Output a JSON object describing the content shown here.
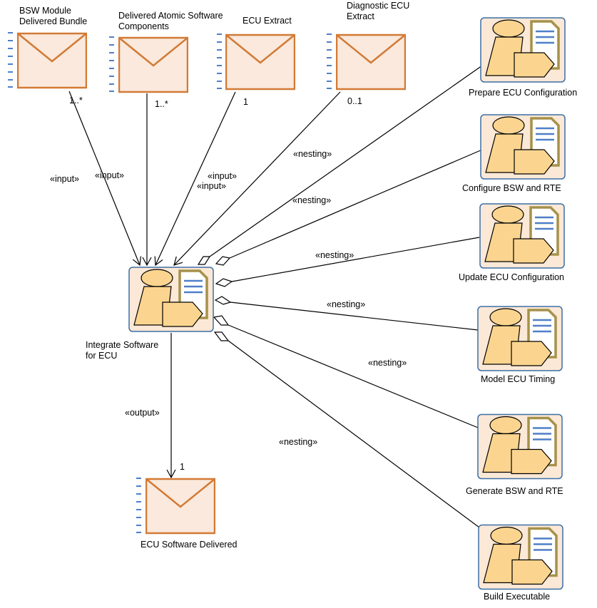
{
  "artifacts": {
    "bsw_module": {
      "label": "BSW Module\nDelivered Bundle",
      "multiplicity": "1..*",
      "stereotype": "«input»"
    },
    "atomic_swc": {
      "label": "Delivered Atomic Software\nComponents",
      "multiplicity": "1..*",
      "stereotype": "«input»"
    },
    "ecu_extract": {
      "label": "ECU Extract",
      "multiplicity": "1",
      "stereotype": "«input»"
    },
    "diag_extract": {
      "label": "Diagnostic ECU\nExtract",
      "multiplicity": "0..1",
      "stereotype": "«input»"
    },
    "ecu_sw_delivered": {
      "label": "ECU Software Delivered",
      "multiplicity": "1",
      "stereotype": "«output»"
    }
  },
  "main_task": {
    "label": "Integrate Software\nfor ECU"
  },
  "subtasks": [
    {
      "label": "Prepare ECU Configuration",
      "stereotype": "«nesting»"
    },
    {
      "label": "Configure BSW and RTE",
      "stereotype": "«nesting»"
    },
    {
      "label": "Update ECU Configuration",
      "stereotype": "«nesting»"
    },
    {
      "label": "Model ECU Timing",
      "stereotype": "«nesting»"
    },
    {
      "label": "Generate BSW and RTE",
      "stereotype": "«nesting»"
    },
    {
      "label": "Build Executable",
      "stereotype": "«nesting»"
    }
  ],
  "colors": {
    "artifact_fill": "#fae9dc",
    "artifact_stroke": "#d27a36",
    "task_fill": "#fbe8d6",
    "task_stroke": "#3c6fa6",
    "figure_fill": "#fbd58f",
    "doc_stroke": "#a6914a",
    "doc_lines": "#4f7fc7",
    "port_dashes": "#4f7fc7"
  }
}
